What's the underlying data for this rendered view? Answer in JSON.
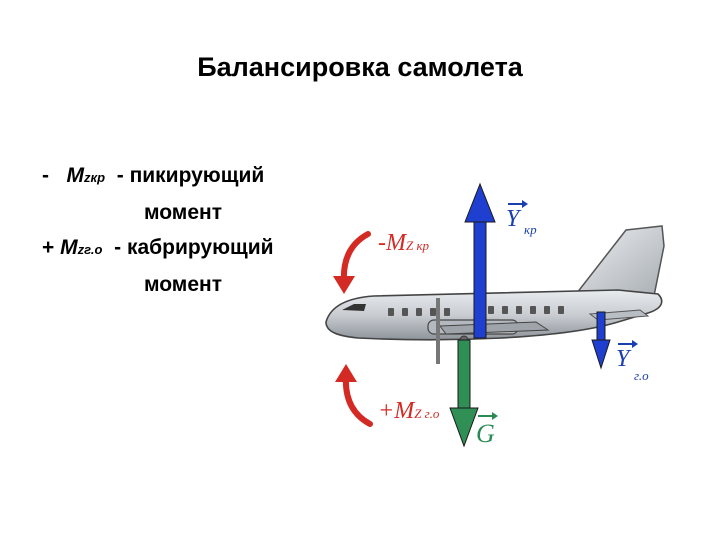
{
  "title": "Балансировка самолета",
  "legend": {
    "row1": {
      "sign": "-",
      "symbol": "M",
      "subscript": "zкр",
      "dash": "-",
      "text": "пикирующий",
      "text2": "момент"
    },
    "row2": {
      "sign": "+",
      "symbol": "M",
      "subscript": "zг.о",
      "dash": "-",
      "text": "кабрирующий",
      "text2": "момент"
    }
  },
  "diagram": {
    "label_mz_kr": {
      "sign": "-",
      "symbol": "M",
      "subscript": "Z кр"
    },
    "label_mz_go": {
      "sign": "+",
      "symbol": "M",
      "subscript": "Z г.о"
    },
    "label_y_kr": {
      "symbol": "Y",
      "subscript": "кр"
    },
    "label_y_go": {
      "symbol": "Y",
      "subscript": "г.о"
    },
    "label_g": {
      "symbol": "G"
    },
    "colors": {
      "lift_arrow": "#1f3fd0",
      "weight_arrow": "#2f8f55",
      "moment_arrow": "#d42a24",
      "label_red": "#d42a24",
      "label_blue": "#1a3fb0",
      "label_green": "#2a8a55"
    }
  }
}
